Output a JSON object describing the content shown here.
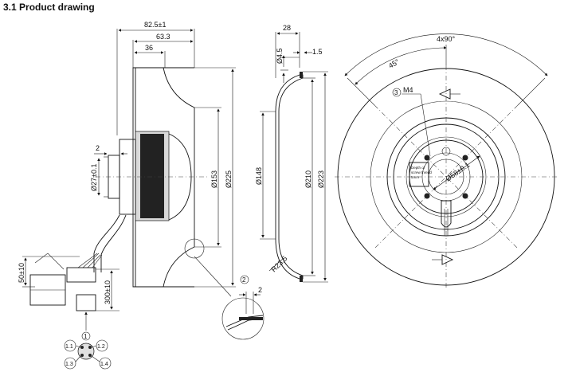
{
  "section_title": "3.1 Product drawing",
  "dimensions": {
    "overall_width": "82.5±1",
    "impeller_width": "63.3",
    "hub_depth": "36",
    "shaft_offset": "2",
    "hub_diameter": "Ø27±0.1",
    "dia_153": "Ø153",
    "dia_225": "Ø225",
    "cable_length": "300±10",
    "plug_height": "50±10",
    "ring_width": "28",
    "hole": "Ø4.5",
    "flange": "1.5",
    "dia_148": "Ø148",
    "dia_210": "Ø210",
    "dia_223": "Ø223",
    "radius": "R23.5",
    "detail_gap": "2",
    "mount_angle": "4x90°",
    "angle_45": "45°",
    "thread": "M4",
    "bolt_circle": "Ø58±0.1",
    "hub_label_lines": [
      "Depth of",
      "screw thread",
      "5mm"
    ]
  },
  "callouts": {
    "c1": "1",
    "c2": "2",
    "c3": "3",
    "c11": "1.1",
    "c12": "1.2",
    "c13": "1.3",
    "c14": "1.4"
  }
}
